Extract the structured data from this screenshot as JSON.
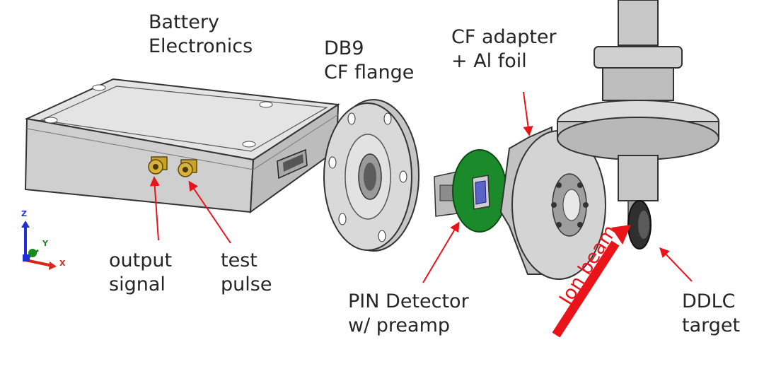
{
  "labels": {
    "battery_line1": "Battery",
    "battery_line2": "Electronics",
    "db9_line1": "DB9",
    "db9_line2": "CF flange",
    "cf_adapter_line1": "CF adapter",
    "cf_adapter_line2": "+ Al foil",
    "output_line1": "output",
    "output_line2": "signal",
    "test_line1": "test",
    "test_line2": "pulse",
    "pin_line1": "PIN Detector",
    "pin_line2": "w/ preamp",
    "ddlc_line1": "DDLC",
    "ddlc_line2": "target",
    "ion_beam": "Ion beam"
  },
  "axes": {
    "z": "Z",
    "y": "Y",
    "x": "X"
  },
  "colors": {
    "arrow": "#e8141a",
    "text": "#262626",
    "pcb": "#1b8a2a",
    "metal_light": "#d9d9d9",
    "metal_mid": "#bdbdbd",
    "metal_dark": "#8c8c8c",
    "axis_z": "#1f2fd1",
    "axis_y": "#1a8a1a",
    "axis_x": "#d8281c"
  }
}
